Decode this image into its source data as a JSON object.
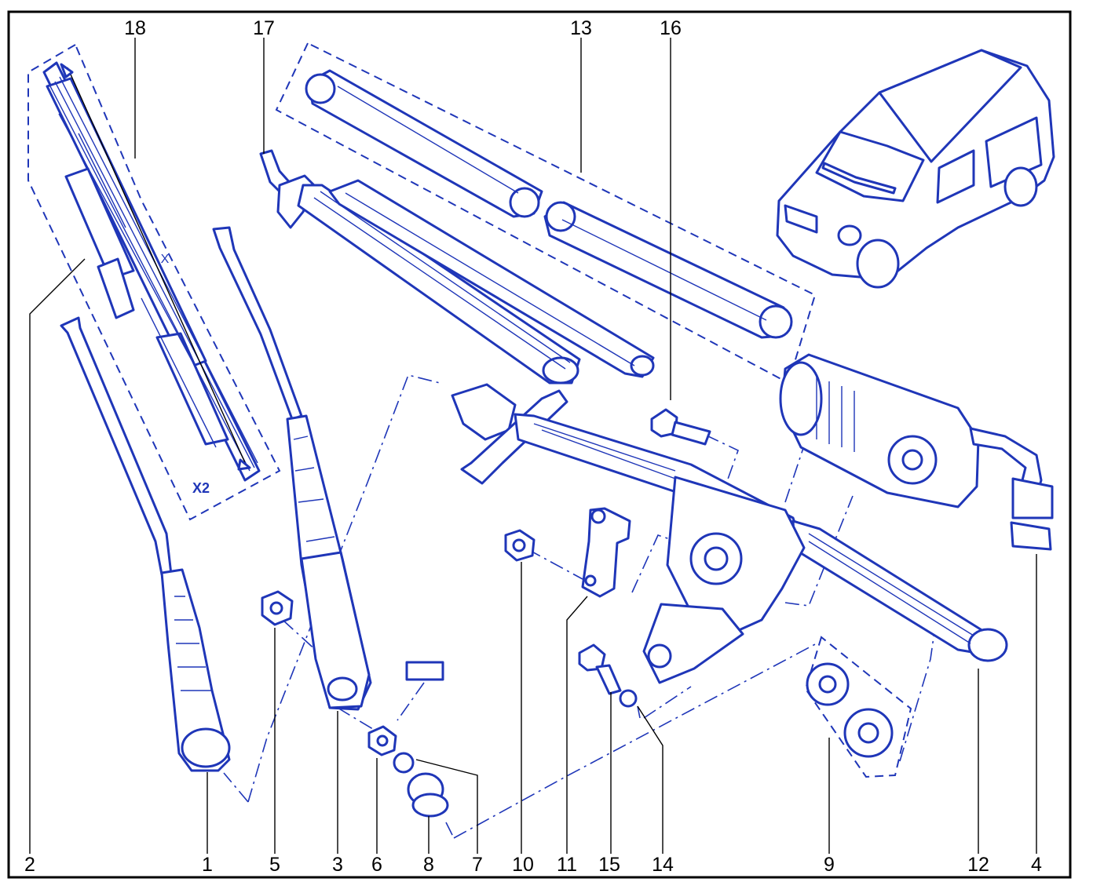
{
  "diagram": {
    "labels": {
      "n1": "1",
      "n2": "2",
      "n3": "3",
      "n4": "4",
      "n5": "5",
      "n6": "6",
      "n7": "7",
      "n8": "8",
      "n9": "9",
      "n10": "10",
      "n11": "11",
      "n12": "12",
      "n13": "13",
      "n14": "14",
      "n15": "15",
      "n16": "16",
      "n17": "17",
      "n18": "18"
    },
    "annotations": {
      "quantity": "X2",
      "dimension": "X"
    },
    "colors": {
      "line": "#1f36b8",
      "frame": "#000000",
      "background": "#ffffff"
    }
  }
}
